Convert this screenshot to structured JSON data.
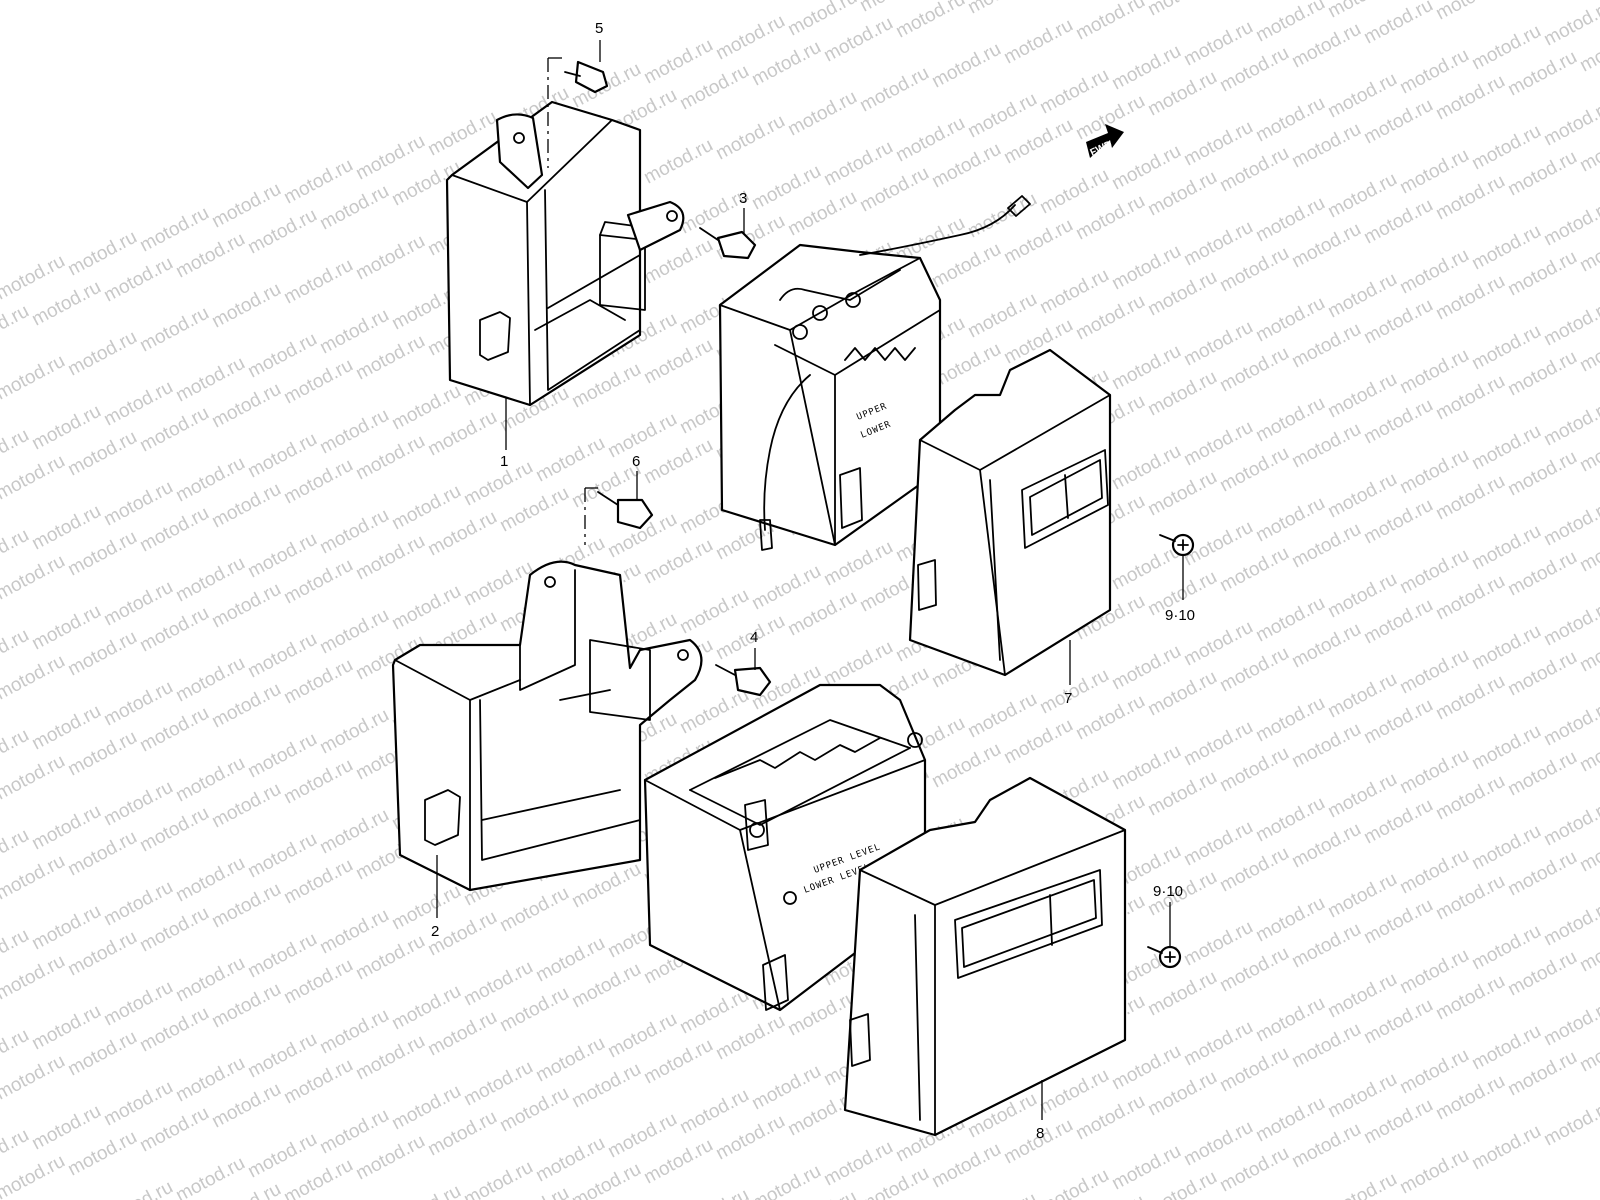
{
  "watermark": "motod.ru",
  "fwd_label": "FWD",
  "callouts": {
    "c1": "1",
    "c2": "2",
    "c3": "3",
    "c4": "4",
    "c5": "5",
    "c6": "6",
    "c7": "7",
    "c8": "8",
    "c9_10_upper": "9·10",
    "c9_10_lower": "9·10"
  },
  "battery_upper": {
    "upper_mark": "UPPER",
    "lower_mark": "LOWER"
  },
  "battery_lower": {
    "upper_mark": "UPPER LEVEL",
    "lower_mark": "LOWER LEVEL"
  },
  "colors": {
    "line": "#000000",
    "watermark": "#c8c8c8",
    "background": "#ffffff"
  }
}
